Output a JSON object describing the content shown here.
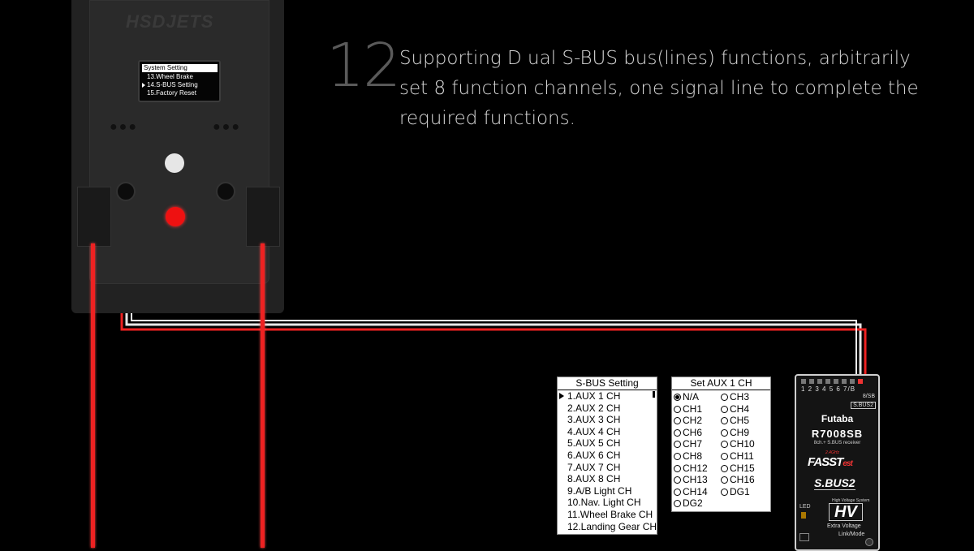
{
  "headline": {
    "number": "12",
    "text": "Supporting  D ual S-BUS bus(lines) functions, arbitrarily set 8 function channels, one signal line to complete the required functions."
  },
  "device": {
    "brand": "HSDJETS",
    "oled": {
      "title": "System Setting",
      "items": [
        "13.Wheel Brake",
        "14.S-BUS Setting",
        "15.Factory Reset"
      ],
      "selected_index": 1
    }
  },
  "sbus_menu": {
    "title": "S-BUS Setting",
    "items": [
      "1.AUX 1 CH",
      "2.AUX 2 CH",
      "3.AUX 3 CH",
      "4.AUX 4 CH",
      "5.AUX 5 CH",
      "6.AUX 6 CH",
      "7.AUX 7 CH",
      "8.AUX 8 CH",
      "9.A/B Light CH",
      "10.Nav. Light CH",
      "11.Wheel Brake CH",
      "12.Landing Gear CH"
    ],
    "selected_index": 0
  },
  "aux_menu": {
    "title": "Set AUX 1 CH",
    "left_options": [
      "N/A",
      "CH1",
      "CH2",
      "CH6",
      "CH7",
      "CH8",
      "CH12",
      "CH13",
      "CH14",
      "DG2"
    ],
    "right_options": [
      "CH3",
      "CH4",
      "CH5",
      "CH9",
      "CH10",
      "CH11",
      "CH15",
      "CH16",
      "DG1"
    ],
    "selected": "N/A"
  },
  "receiver": {
    "pins": "1 2 3 4 5 6 7/B",
    "port_8sb": "8/SB",
    "port_sbus2": "S.BUS2",
    "brand": "Futaba",
    "model": "R7008SB",
    "desc": "8ch.+ S.BUS receiver",
    "freq": "2.4GHz",
    "fasst": "FASST",
    "fasst_suffix": "est",
    "sbus2_logo": "S.BUS2",
    "hv_caption": "High Voltage System",
    "hv": "HV",
    "led": "LED",
    "extra_voltage": "Extra Voltage",
    "link_mode": "Link/Mode"
  },
  "colors": {
    "background": "#000000",
    "wire_red": "#e22222",
    "button_red": "#ee1111"
  }
}
